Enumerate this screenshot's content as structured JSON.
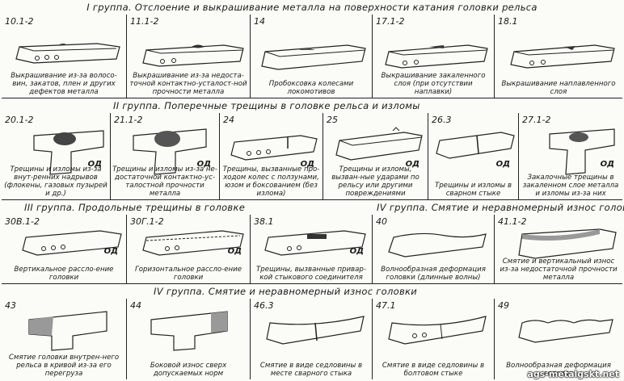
{
  "groups": [
    {
      "title": "I группа.  Отслоение и выкрашивание металла на поверхности катания головки рельса",
      "cells": [
        {
          "code": "10.1-2",
          "caption": "Выкрашивание из-за волосо-вин, закатов, плен и других дефектов металла",
          "od": ""
        },
        {
          "code": "11.1-2",
          "caption": "Выкрашивание из-за недоста-точной контактно-усталост-ной прочности металла",
          "od": ""
        },
        {
          "code": "14",
          "caption": "Пробоксовка колесами локомотивов",
          "od": ""
        },
        {
          "code": "17.1-2",
          "caption": "Выкрашивание закаленного слоя (при отсутствии наплавки)",
          "od": ""
        },
        {
          "code": "18.1",
          "caption": "Выкрашивание наплавленного слоя",
          "od": ""
        }
      ]
    },
    {
      "title": "II группа.  Поперечные трещины в головке рельса и изломы",
      "cells": [
        {
          "code": "20.1-2",
          "caption": "Трещины и изломы из-за внут-ренних надрывов (флокены, газовых пузырей и др.)",
          "od": "ОД"
        },
        {
          "code": "21.1-2",
          "caption": "Трещины и изломы из-за не-достаточной контактно-ус-талостной прочности металла",
          "od": "ОД"
        },
        {
          "code": "24",
          "caption": "Трещины, вызванные про-ходом колес с ползунами, юзом и боксованием (без излома)",
          "od": "ОД"
        },
        {
          "code": "25",
          "caption": "Трещины и изломы, вызван-ные ударами по рельсу или другими повреждениями",
          "od": "ОД"
        },
        {
          "code": "26.3",
          "caption": "Трещины и изломы в сварном стыке",
          "od": "ОД"
        },
        {
          "code": "27.1-2",
          "caption": "Закалочные трещины в закаленном слое металла и изломы из-за них",
          "od": "ОД"
        }
      ]
    },
    {
      "title": "III группа.  Продольные трещины в головке",
      "title2": "IV группа.  Смятие и неравномерный износ головки",
      "cells": [
        {
          "code": "30В.1-2",
          "caption": "Вертикальное рассло-ение головки",
          "od": "ОД"
        },
        {
          "code": "30Г.1-2",
          "caption": "Горизонтальное рассло-ение головки",
          "od": "ОД"
        },
        {
          "code": "38.1",
          "caption": "Трещины, вызванные привар-кой стыкового соединителя",
          "od": "ОД"
        },
        {
          "code": "40",
          "caption": "Волнообразная деформация головки (длинные волны)",
          "od": ""
        },
        {
          "code": "41.1-2",
          "caption": "Смятие и вертикальный износ из-за недостаточной прочности металла",
          "od": ""
        }
      ]
    },
    {
      "title": "IV группа.  Смятие и неравномерный износ головки",
      "cells": [
        {
          "code": "43",
          "caption": "Смятие головки внутрен-него рельса в кривой из-за его перегруза",
          "od": ""
        },
        {
          "code": "44",
          "caption": "Боковой износ сверх допускаемых норм",
          "od": ""
        },
        {
          "code": "46.3",
          "caption": "Смятие в виде седловины в месте сварного стыка",
          "od": ""
        },
        {
          "code": "47.1",
          "caption": "Смятие в виде седловины в болтовом стыке",
          "od": ""
        },
        {
          "code": "49",
          "caption": "Волнообразная деформация головки",
          "od": ""
        }
      ]
    }
  ],
  "watermark": "ags-metalgskt.net"
}
